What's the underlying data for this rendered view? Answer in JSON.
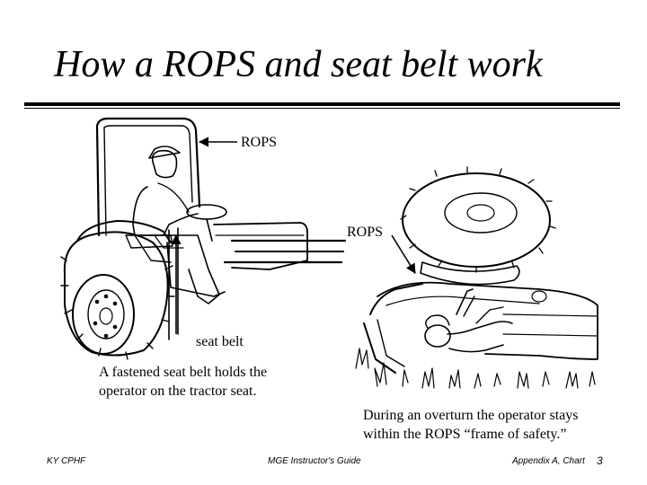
{
  "title": "How a ROPS and seat belt work",
  "illustration_left": {
    "rops_label": "ROPS",
    "seatbelt_label": "seat belt",
    "caption": [
      "A fastened seat belt holds the",
      "operator on the tractor seat."
    ]
  },
  "illustration_right": {
    "rops_label": "ROPS",
    "caption": [
      "During an overturn the operator stays",
      "within the ROPS “frame of safety.”"
    ]
  },
  "footer": {
    "left": "KY CPHF",
    "center": "MGE Instructor's Guide",
    "right": "Appendix A, Chart",
    "page": "3"
  }
}
